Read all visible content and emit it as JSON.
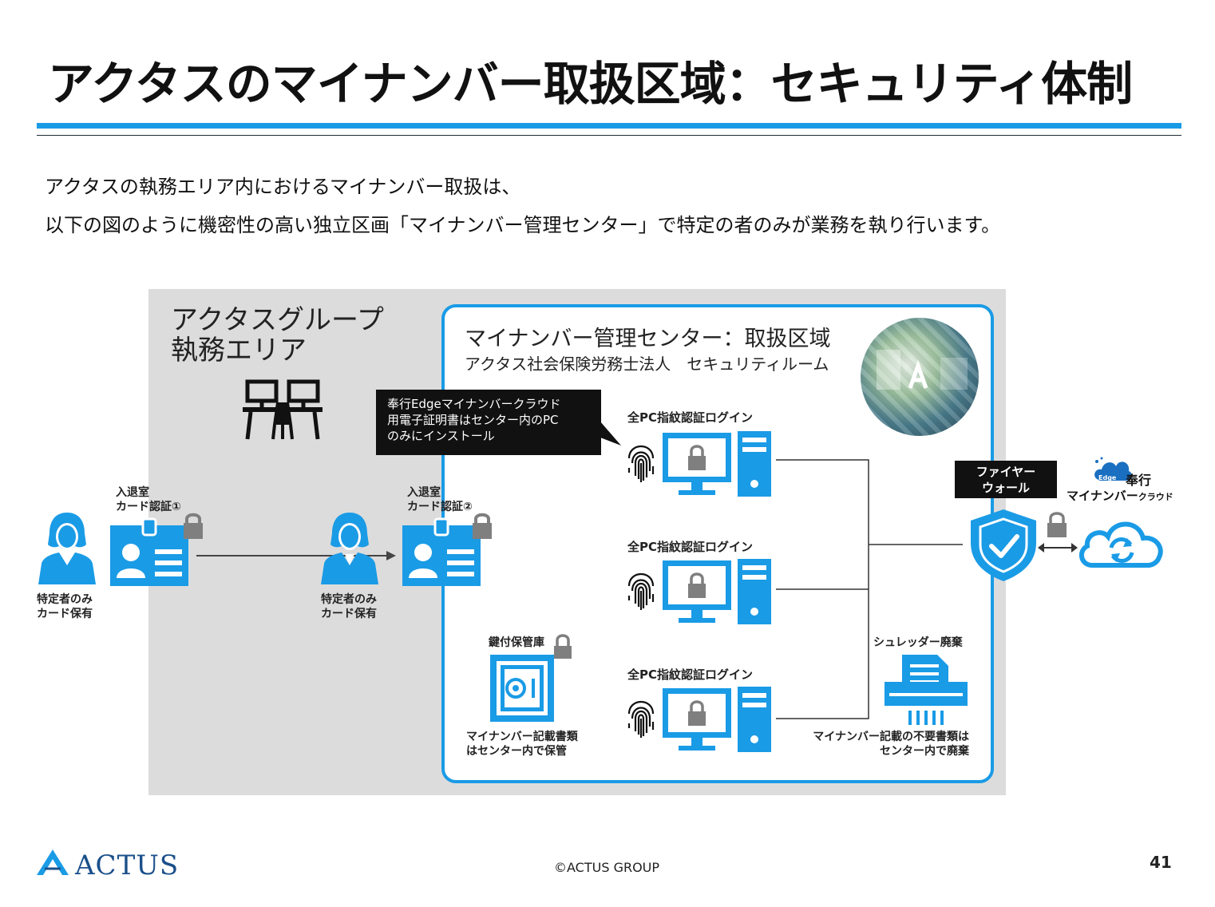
{
  "title": "アクタスのマイナンバー取扱区域：セキュリティ体制",
  "intro": {
    "line1": "アクタスの執務エリア内におけるマイナンバー取扱は、",
    "line2": "以下の図のように機密性の高い独立区画「マイナンバー管理センター」で特定の者のみが業務を執り行います。"
  },
  "group_area": {
    "line1": "アクタスグループ",
    "line2": "執務エリア"
  },
  "center": {
    "title": "マイナンバー管理センター：取扱区域",
    "subtitle": "アクタス社会保険労務士法人　セキュリティルーム"
  },
  "callout": {
    "line1": "奉行Edgeマイナンバークラウド",
    "line2": "用電子証明書はセンター内のPC",
    "line3": "のみにインストール"
  },
  "persons": [
    {
      "line1": "特定者のみ",
      "line2": "カード保有"
    },
    {
      "line1": "特定者のみ",
      "line2": "カード保有"
    }
  ],
  "card_auth": [
    {
      "line1": "入退室",
      "line2": "カード認証①"
    },
    {
      "line1": "入退室",
      "line2": "カード認証②"
    }
  ],
  "pc_login": [
    "全PC指紋認証ログイン",
    "全PC指紋認証ログイン",
    "全PC指紋認証ログイン"
  ],
  "safe": {
    "label": "鍵付保管庫",
    "desc1": "マイナンバー記載書類",
    "desc2": "はセンター内で保管"
  },
  "shredder": {
    "label": "シュレッダー廃棄",
    "desc1": "マイナンバー記載の不要書類は",
    "desc2": "センター内で廃棄"
  },
  "firewall": {
    "line1": "ファイヤー",
    "line2": "ウォール"
  },
  "cloud": {
    "edge": "Edge",
    "line1": "奉行",
    "line2": "マイナンバー",
    "line2_small": "クラウド"
  },
  "footer": {
    "logo": "ACTUS",
    "copyright": "©ACTUS GROUP",
    "page": "41"
  },
  "colors": {
    "accent": "#1a9be6",
    "gray_area": "#dcdcdc",
    "lock": "#7f7f7f"
  }
}
